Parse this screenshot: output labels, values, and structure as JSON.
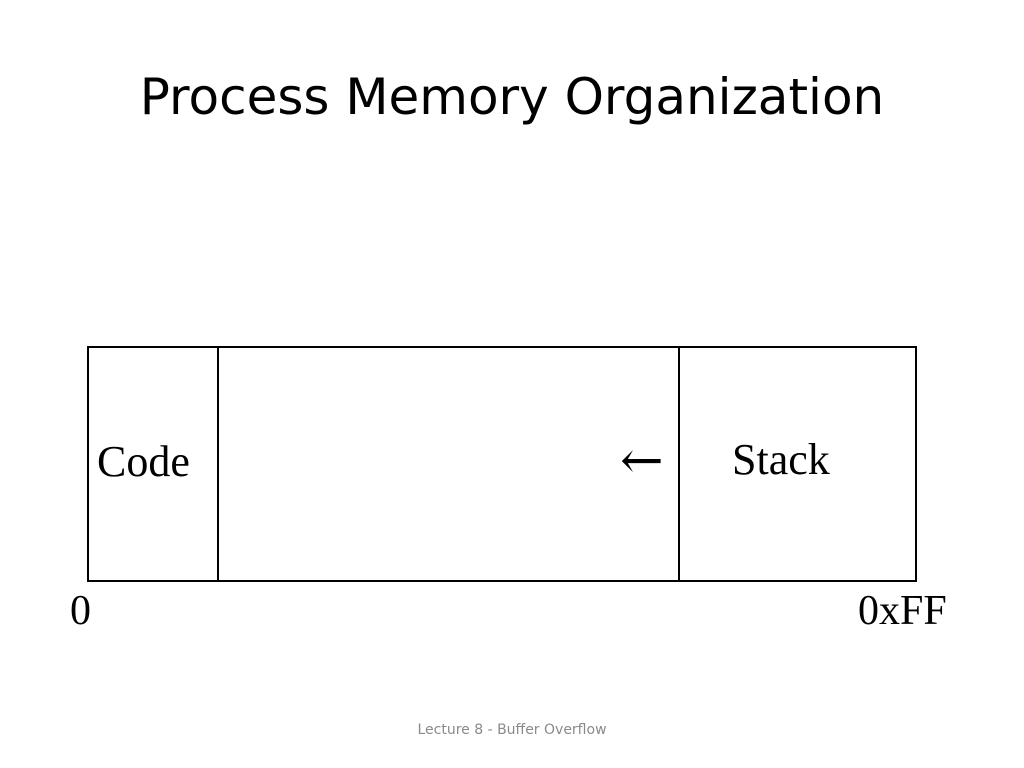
{
  "slide": {
    "title": "Process Memory Organization",
    "footer": "Lecture 8 - Buffer Overflow"
  },
  "diagram": {
    "segments": [
      {
        "label": "Code"
      },
      {
        "label": ""
      },
      {
        "label": "Stack"
      }
    ],
    "growth_arrow": "←",
    "start_address": "0",
    "end_address": "0xFF",
    "colors": {
      "line": "#000000",
      "fill": "#ffffff"
    }
  }
}
